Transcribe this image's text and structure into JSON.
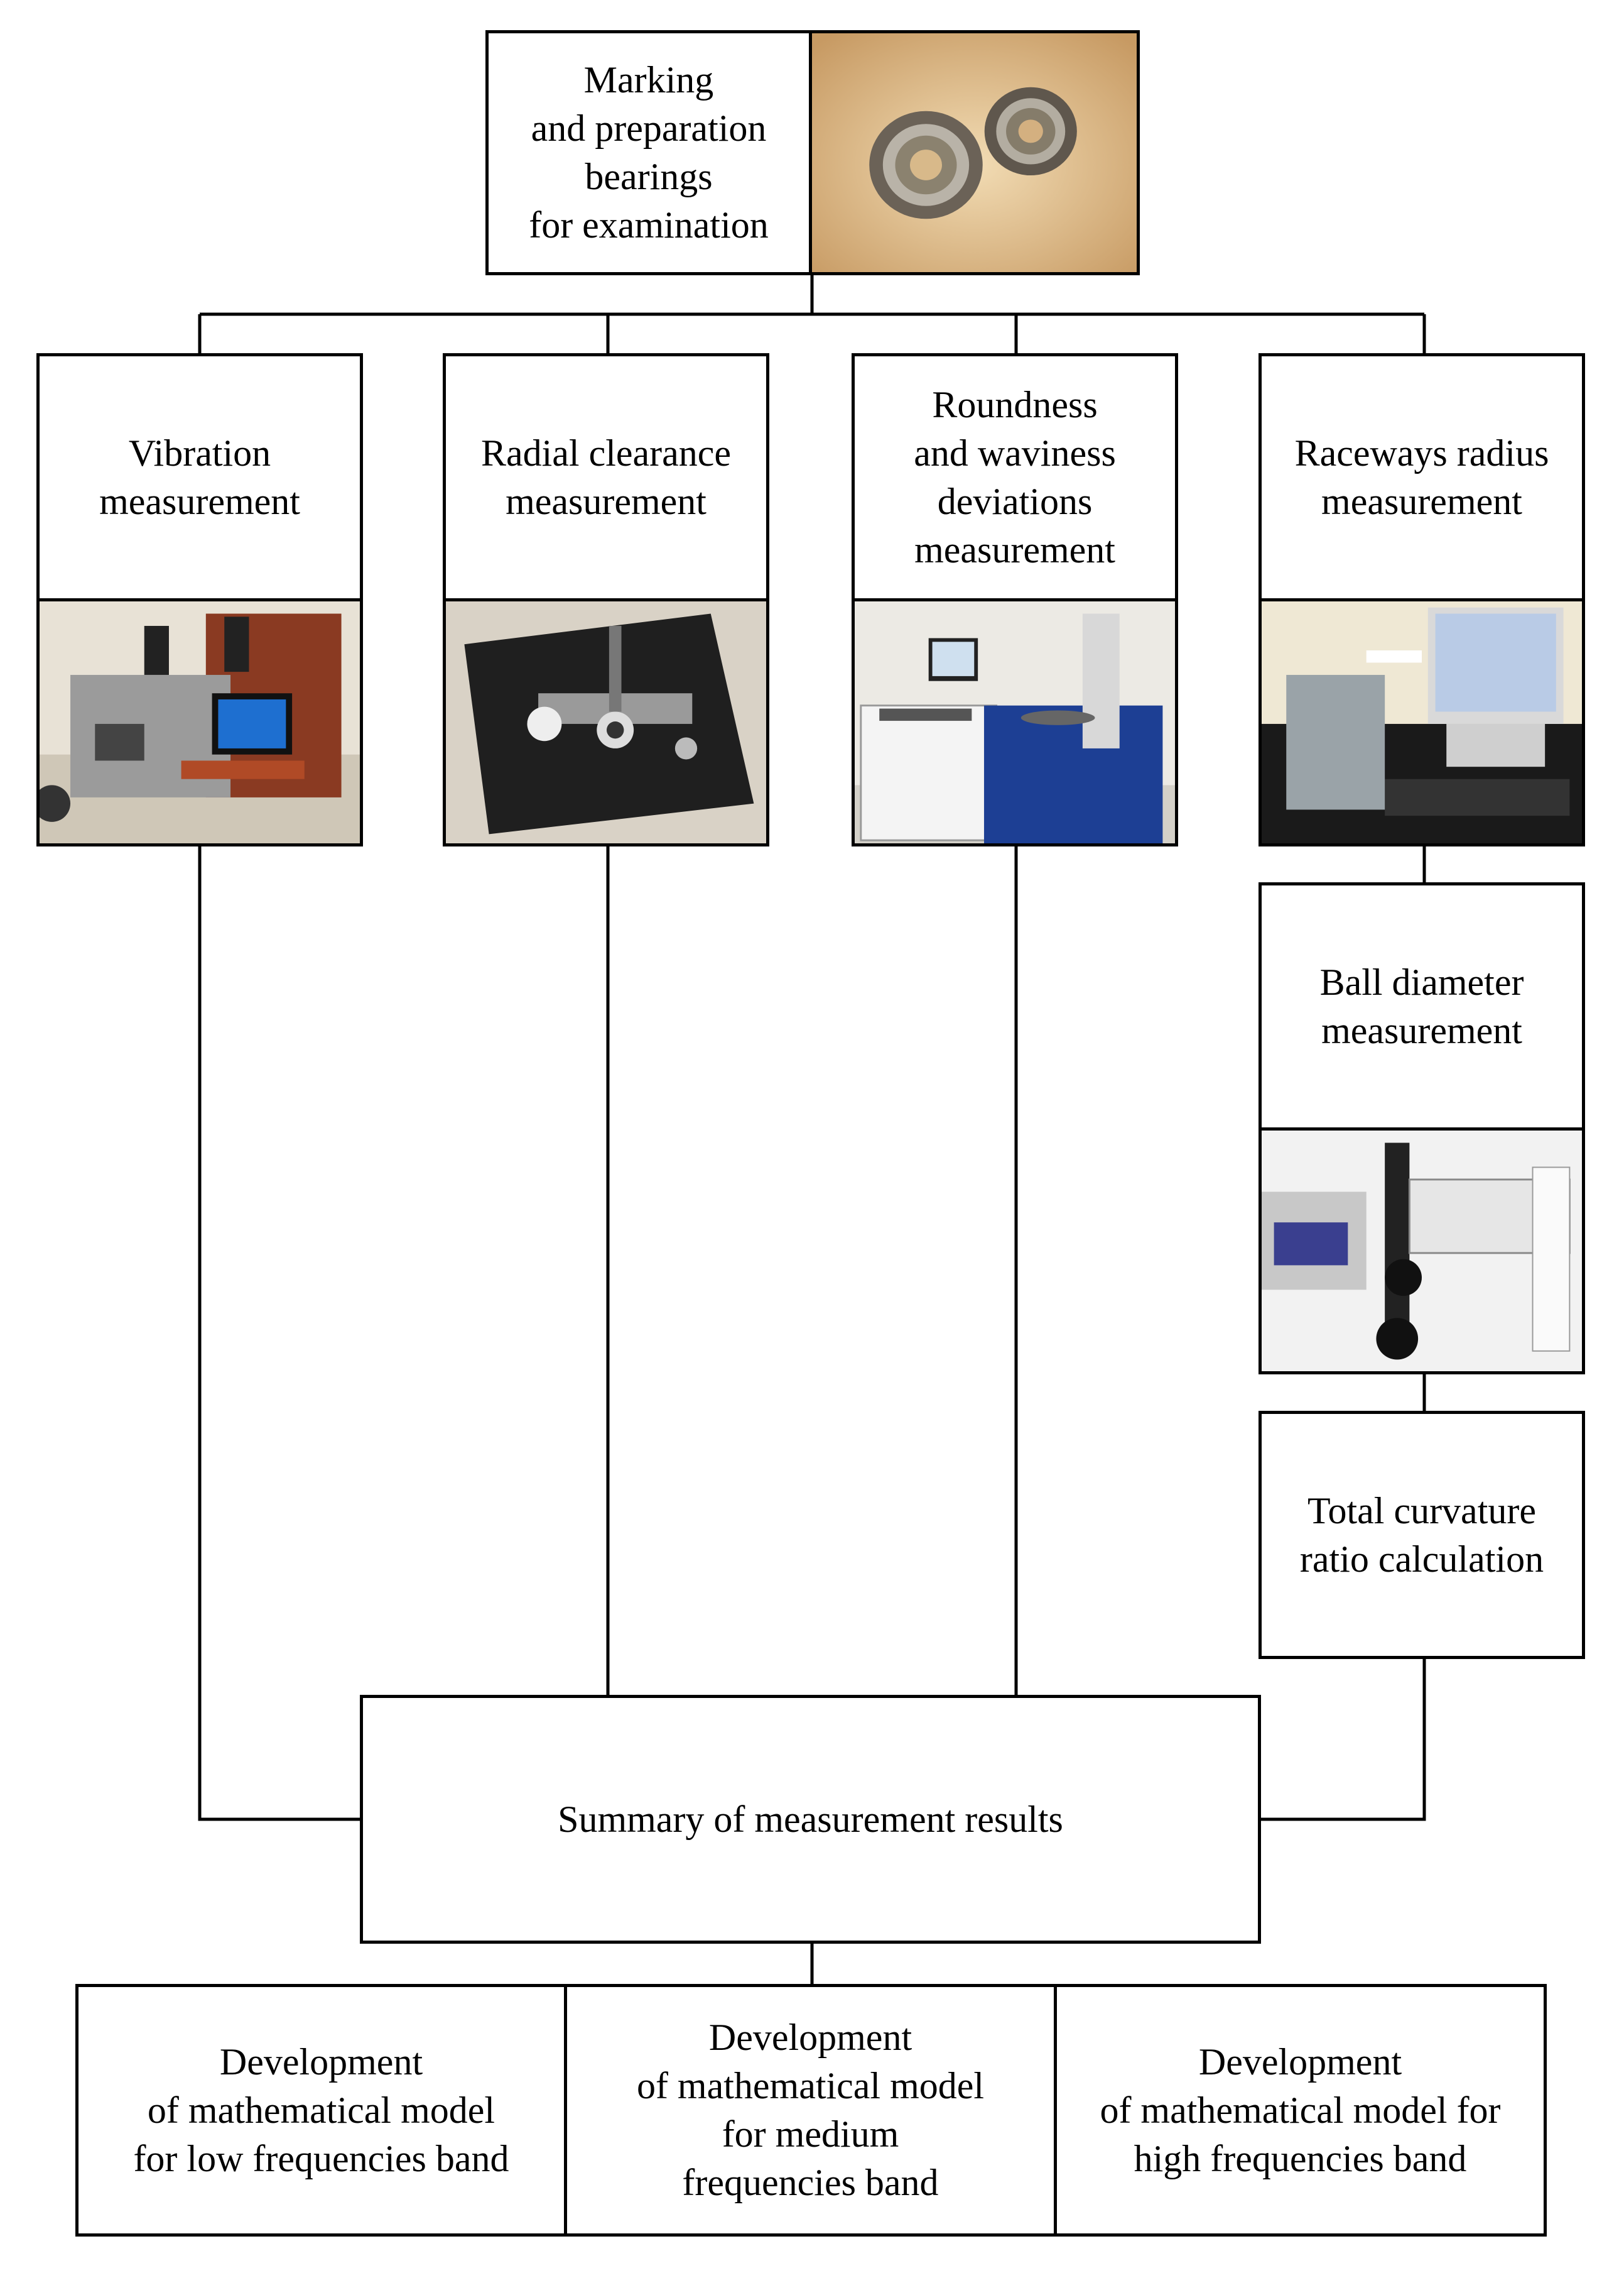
{
  "diagram": {
    "top": {
      "label": "Marking\nand preparation\nbearings\nfor examination"
    },
    "steps": [
      {
        "label": "Vibration\nmeasurement"
      },
      {
        "label": "Radial clearance\nmeasurement"
      },
      {
        "label": "Roundness\nand waviness\ndeviations\nmeasurement"
      },
      {
        "label": "Raceways radius\nmeasurement"
      },
      {
        "label": "Ball diameter\nmeasurement"
      },
      {
        "label": "Total curvature\nratio calculation"
      }
    ],
    "summary": {
      "label": "Summary of measurement results"
    },
    "models": [
      {
        "label": "Development\nof mathematical model\nfor low frequencies band"
      },
      {
        "label": "Development\nof mathematical model\nfor medium\nfrequencies band"
      },
      {
        "label": "Development\nof mathematical model for\nhigh frequencies band"
      }
    ]
  }
}
